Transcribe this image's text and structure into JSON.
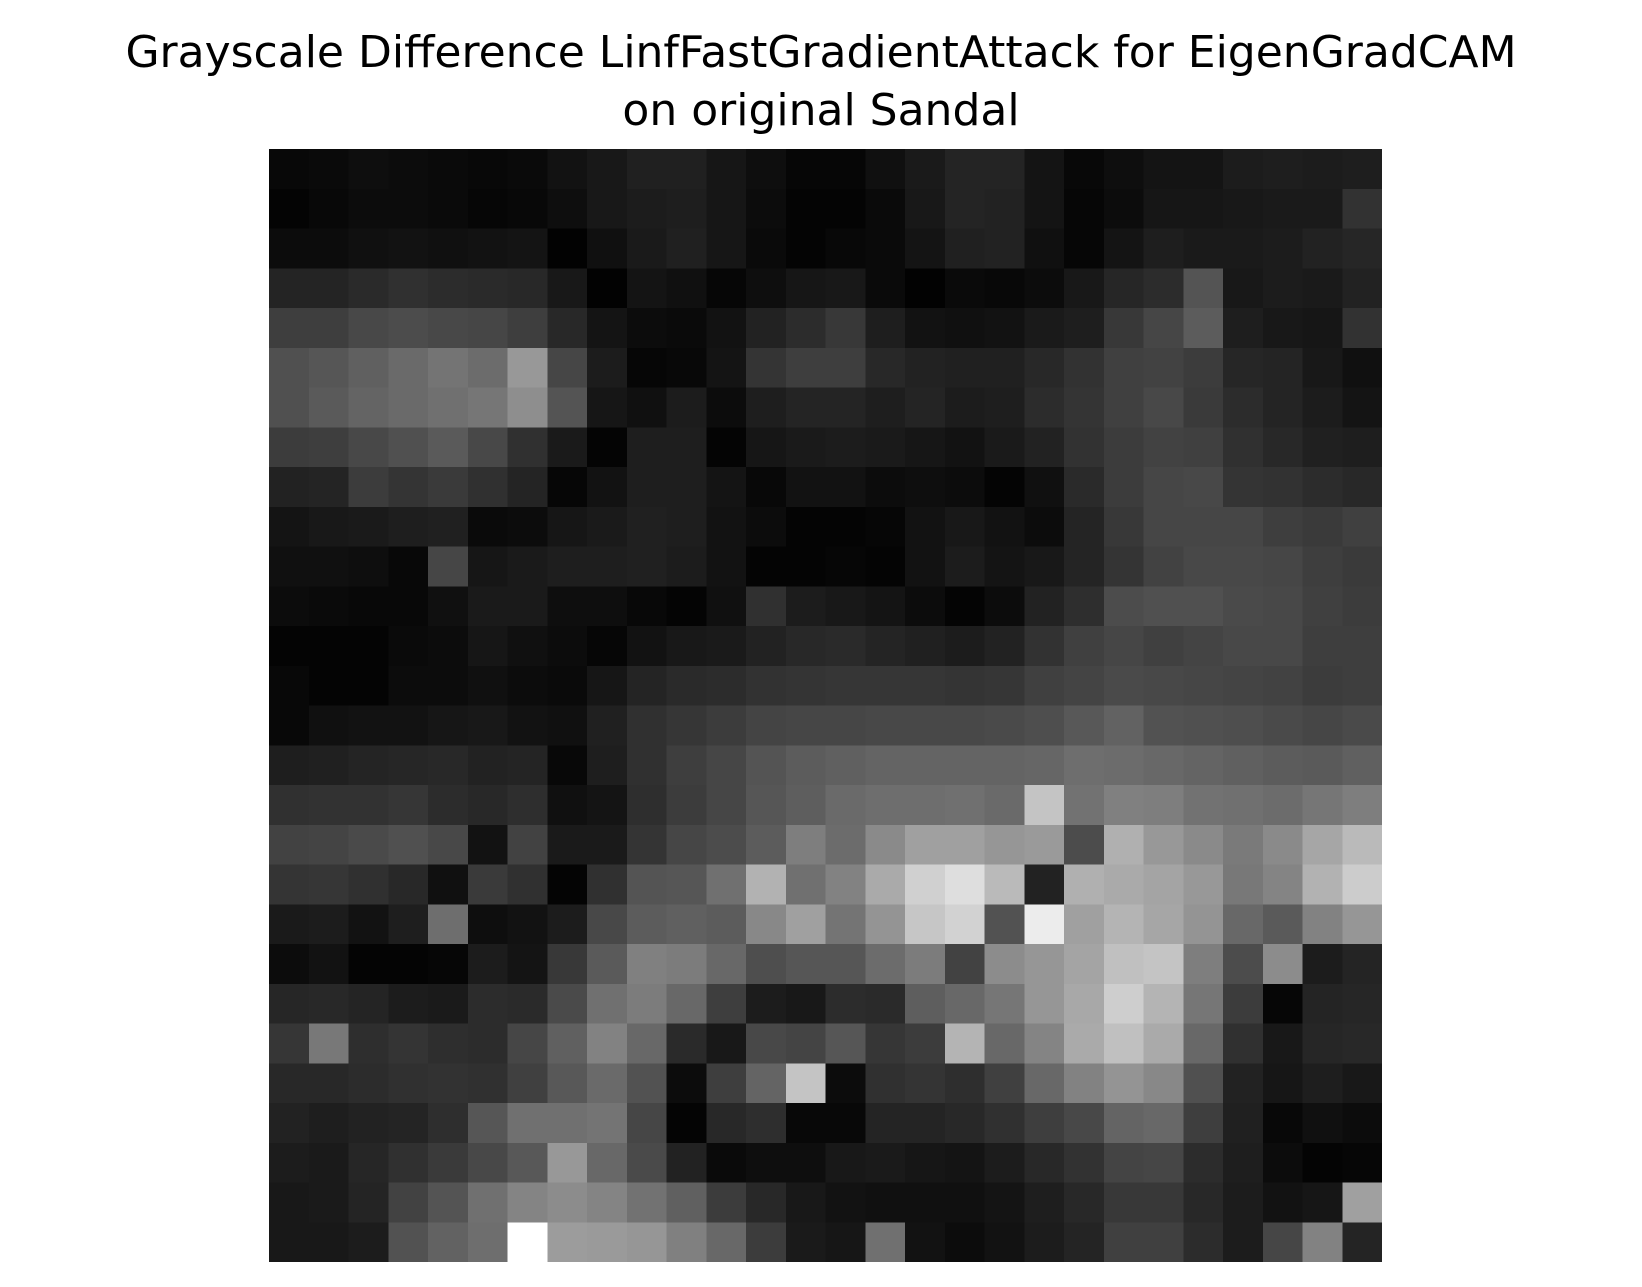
{
  "title": {
    "line1": "Grayscale Difference LinfFastGradientAttack for EigenGradCAM",
    "line2": "on original Sandal"
  },
  "image": {
    "kind": "grayscale-heatmap",
    "rows": 28,
    "cols": 28,
    "value_range": [
      0,
      255
    ],
    "pixels": [
      [
        8,
        10,
        14,
        12,
        10,
        8,
        10,
        18,
        24,
        32,
        32,
        22,
        14,
        6,
        6,
        16,
        26,
        36,
        36,
        20,
        8,
        14,
        20,
        20,
        28,
        30,
        28,
        30
      ],
      [
        4,
        8,
        12,
        12,
        10,
        6,
        8,
        14,
        24,
        28,
        30,
        22,
        12,
        4,
        4,
        10,
        24,
        36,
        34,
        20,
        6,
        12,
        22,
        22,
        24,
        26,
        26,
        50
      ],
      [
        12,
        12,
        16,
        18,
        16,
        18,
        20,
        2,
        16,
        26,
        32,
        22,
        10,
        4,
        8,
        10,
        20,
        32,
        34,
        16,
        6,
        20,
        30,
        26,
        26,
        28,
        34,
        38
      ],
      [
        36,
        36,
        42,
        48,
        44,
        42,
        40,
        24,
        2,
        20,
        16,
        6,
        14,
        22,
        24,
        10,
        2,
        10,
        8,
        12,
        24,
        38,
        44,
        84,
        24,
        28,
        26,
        34
      ],
      [
        62,
        62,
        72,
        76,
        72,
        70,
        62,
        40,
        20,
        12,
        10,
        18,
        34,
        44,
        56,
        30,
        18,
        16,
        18,
        26,
        30,
        56,
        70,
        92,
        30,
        24,
        22,
        50
      ],
      [
        80,
        86,
        96,
        106,
        116,
        108,
        152,
        70,
        28,
        6,
        8,
        20,
        52,
        62,
        62,
        40,
        34,
        32,
        32,
        40,
        50,
        64,
        66,
        60,
        38,
        36,
        24,
        16
      ],
      [
        80,
        90,
        100,
        106,
        112,
        118,
        142,
        84,
        22,
        16,
        28,
        12,
        30,
        36,
        36,
        30,
        36,
        28,
        30,
        44,
        52,
        64,
        72,
        58,
        44,
        36,
        28,
        20
      ],
      [
        60,
        62,
        72,
        80,
        90,
        72,
        48,
        26,
        4,
        30,
        30,
        4,
        22,
        26,
        28,
        26,
        22,
        18,
        26,
        34,
        50,
        60,
        66,
        64,
        48,
        40,
        32,
        30
      ],
      [
        34,
        36,
        60,
        52,
        58,
        48,
        36,
        6,
        18,
        30,
        30,
        20,
        8,
        18,
        18,
        12,
        14,
        12,
        4,
        16,
        42,
        60,
        70,
        72,
        52,
        50,
        44,
        40
      ],
      [
        20,
        24,
        26,
        30,
        32,
        10,
        12,
        22,
        26,
        32,
        30,
        18,
        12,
        4,
        4,
        6,
        18,
        24,
        18,
        12,
        36,
        56,
        70,
        70,
        70,
        62,
        58,
        64
      ],
      [
        16,
        16,
        14,
        8,
        70,
        22,
        26,
        30,
        30,
        32,
        28,
        18,
        4,
        4,
        6,
        4,
        18,
        28,
        20,
        24,
        36,
        52,
        66,
        72,
        72,
        70,
        62,
        58
      ],
      [
        12,
        10,
        8,
        8,
        16,
        26,
        26,
        14,
        14,
        8,
        4,
        16,
        48,
        28,
        24,
        20,
        12,
        4,
        12,
        34,
        46,
        76,
        80,
        80,
        74,
        72,
        64,
        60
      ],
      [
        4,
        4,
        4,
        10,
        12,
        22,
        16,
        12,
        6,
        18,
        24,
        26,
        34,
        40,
        42,
        36,
        32,
        28,
        34,
        50,
        64,
        70,
        64,
        68,
        72,
        72,
        62,
        62
      ],
      [
        8,
        4,
        4,
        12,
        12,
        16,
        12,
        10,
        22,
        36,
        42,
        44,
        50,
        52,
        54,
        54,
        54,
        52,
        54,
        64,
        68,
        74,
        72,
        70,
        68,
        66,
        60,
        62
      ],
      [
        8,
        16,
        18,
        18,
        22,
        24,
        18,
        16,
        32,
        48,
        54,
        60,
        68,
        70,
        70,
        72,
        72,
        72,
        74,
        78,
        88,
        98,
        82,
        80,
        78,
        74,
        70,
        74
      ],
      [
        30,
        32,
        36,
        38,
        40,
        34,
        36,
        8,
        30,
        48,
        62,
        70,
        84,
        92,
        96,
        100,
        100,
        100,
        100,
        102,
        110,
        108,
        104,
        100,
        96,
        92,
        90,
        96
      ],
      [
        48,
        50,
        50,
        54,
        44,
        40,
        46,
        16,
        20,
        46,
        60,
        70,
        86,
        94,
        106,
        110,
        110,
        112,
        106,
        196,
        114,
        128,
        126,
        114,
        112,
        108,
        118,
        126
      ],
      [
        66,
        68,
        74,
        80,
        72,
        18,
        66,
        26,
        26,
        52,
        70,
        76,
        92,
        126,
        108,
        138,
        160,
        160,
        150,
        154,
        76,
        176,
        152,
        138,
        122,
        138,
        166,
        186
      ],
      [
        52,
        54,
        48,
        40,
        16,
        58,
        48,
        4,
        48,
        84,
        86,
        112,
        178,
        112,
        130,
        170,
        208,
        222,
        186,
        34,
        176,
        170,
        164,
        152,
        120,
        132,
        178,
        204
      ],
      [
        26,
        28,
        18,
        30,
        110,
        14,
        18,
        28,
        72,
        92,
        96,
        92,
        136,
        160,
        116,
        148,
        198,
        210,
        82,
        236,
        160,
        180,
        166,
        148,
        104,
        90,
        130,
        150
      ],
      [
        12,
        18,
        4,
        4,
        6,
        28,
        20,
        56,
        90,
        128,
        124,
        104,
        78,
        86,
        86,
        108,
        124,
        66,
        140,
        150,
        164,
        192,
        196,
        126,
        76,
        140,
        28,
        36
      ],
      [
        38,
        40,
        36,
        28,
        26,
        44,
        42,
        74,
        112,
        124,
        104,
        62,
        28,
        24,
        44,
        42,
        94,
        104,
        118,
        150,
        168,
        206,
        180,
        118,
        60,
        6,
        36,
        38
      ],
      [
        54,
        120,
        46,
        52,
        46,
        44,
        70,
        96,
        130,
        104,
        42,
        24,
        72,
        68,
        86,
        54,
        60,
        180,
        104,
        132,
        170,
        192,
        170,
        104,
        48,
        24,
        38,
        40
      ],
      [
        40,
        40,
        44,
        48,
        50,
        48,
        64,
        88,
        106,
        82,
        12,
        62,
        100,
        196,
        12,
        48,
        52,
        46,
        64,
        104,
        130,
        148,
        136,
        80,
        34,
        22,
        30,
        24
      ],
      [
        34,
        30,
        34,
        36,
        46,
        86,
        112,
        112,
        116,
        70,
        4,
        40,
        46,
        8,
        8,
        36,
        36,
        40,
        48,
        62,
        72,
        100,
        104,
        62,
        32,
        8,
        16,
        12
      ],
      [
        28,
        26,
        38,
        48,
        58,
        72,
        88,
        152,
        104,
        74,
        34,
        10,
        14,
        14,
        24,
        26,
        22,
        20,
        28,
        40,
        50,
        68,
        70,
        44,
        30,
        12,
        4,
        6
      ],
      [
        24,
        26,
        36,
        66,
        84,
        112,
        132,
        140,
        132,
        114,
        96,
        60,
        40,
        24,
        18,
        16,
        16,
        16,
        20,
        30,
        40,
        56,
        56,
        40,
        28,
        18,
        22,
        160
      ],
      [
        24,
        24,
        28,
        82,
        98,
        110,
        255,
        156,
        154,
        150,
        128,
        104,
        60,
        26,
        22,
        112,
        18,
        12,
        18,
        28,
        36,
        64,
        64,
        44,
        28,
        70,
        130,
        36
      ]
    ]
  }
}
